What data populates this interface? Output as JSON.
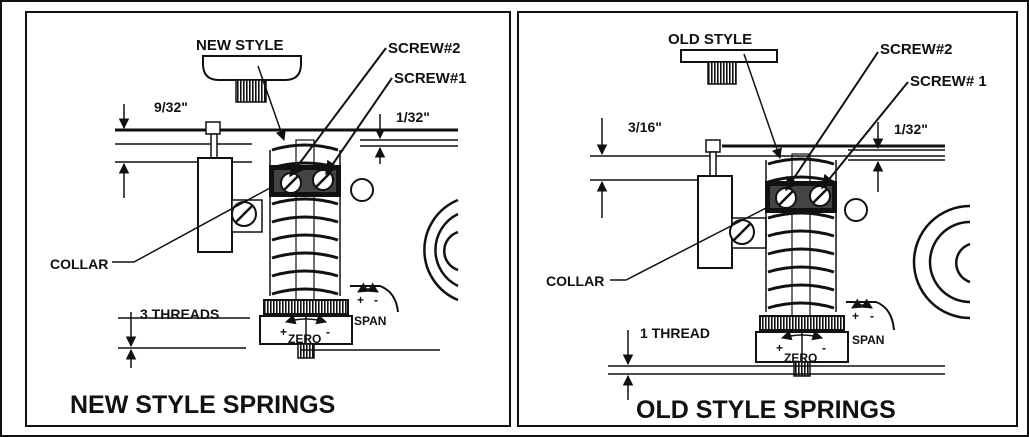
{
  "colors": {
    "ink": "#111111",
    "paper": "#ffffff"
  },
  "left_panel": {
    "header": "NEW STYLE",
    "screw2": "SCREW#2",
    "screw1": "SCREW#1",
    "dim_top": "9/32\"",
    "dim_right": "1/32\"",
    "collar": "COLLAR",
    "threads": "3 THREADS",
    "span": "SPAN",
    "zero": "ZERO",
    "plus": "+",
    "minus": "-",
    "title": "NEW STYLE SPRINGS"
  },
  "right_panel": {
    "header": "OLD STYLE",
    "screw2": "SCREW#2",
    "screw1": "SCREW# 1",
    "dim_top": "3/16\"",
    "dim_right": "1/32\"",
    "collar": "COLLAR",
    "threads": "1 THREAD",
    "span": "SPAN",
    "zero": "ZERO",
    "plus": "+",
    "minus": "-",
    "title": "OLD STYLE SPRINGS"
  }
}
